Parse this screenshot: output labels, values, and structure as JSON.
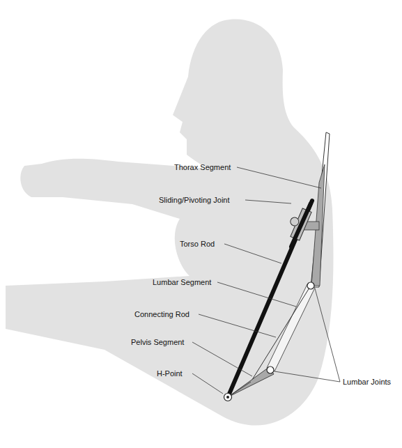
{
  "diagram": {
    "labels": [
      "Thorax Segment",
      "Sliding/Pivoting Joint",
      "Torso Rod",
      "Lumbar Segment",
      "Connecting Rod",
      "Pelvis Segment",
      "H-Point",
      "Lumbar Joints"
    ]
  }
}
